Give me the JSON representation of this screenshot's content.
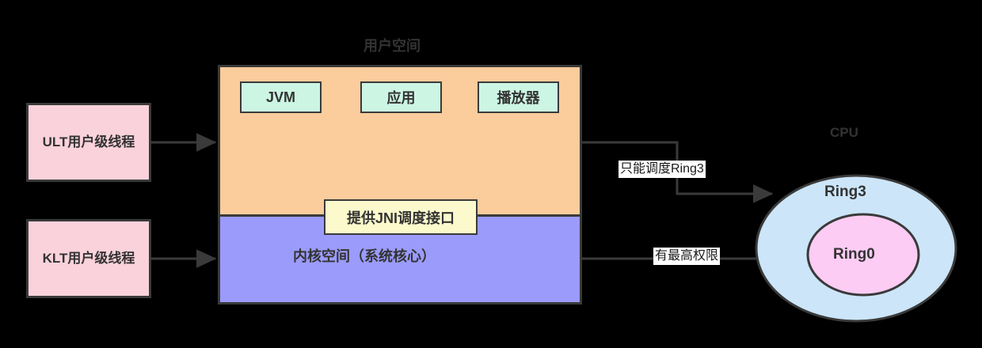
{
  "diagram": {
    "title_user_space": "用户空间",
    "title_cpu": "CPU",
    "kernel_space_label": "内核空间（系统核心）",
    "threads": [
      {
        "label": "ULT用户级线程"
      },
      {
        "label": "KLT用户级线程"
      }
    ],
    "user_space_components": [
      {
        "label": "JVM"
      },
      {
        "label": "应用"
      },
      {
        "label": "播放器"
      }
    ],
    "jni_box_label": "提供JNI调度接口",
    "edge_labels": [
      {
        "label": "只能调度Ring3"
      },
      {
        "label": "有最高权限"
      }
    ],
    "cpu_rings": [
      {
        "label": "Ring3"
      },
      {
        "label": "Ring0"
      }
    ]
  },
  "colors": {
    "background": "#000000",
    "thread_fill": "#fad2dc",
    "user_space_fill": "#fbcc9c",
    "kernel_space_fill": "#9b9bfc",
    "component_fill": "#ccf5e4",
    "jni_fill": "#fcfacc",
    "ring3_fill": "#cce5f9",
    "ring0_fill": "#fcccf4",
    "stroke": "#3a3a3a",
    "text": "#333333",
    "label_bg": "#ffffff"
  }
}
